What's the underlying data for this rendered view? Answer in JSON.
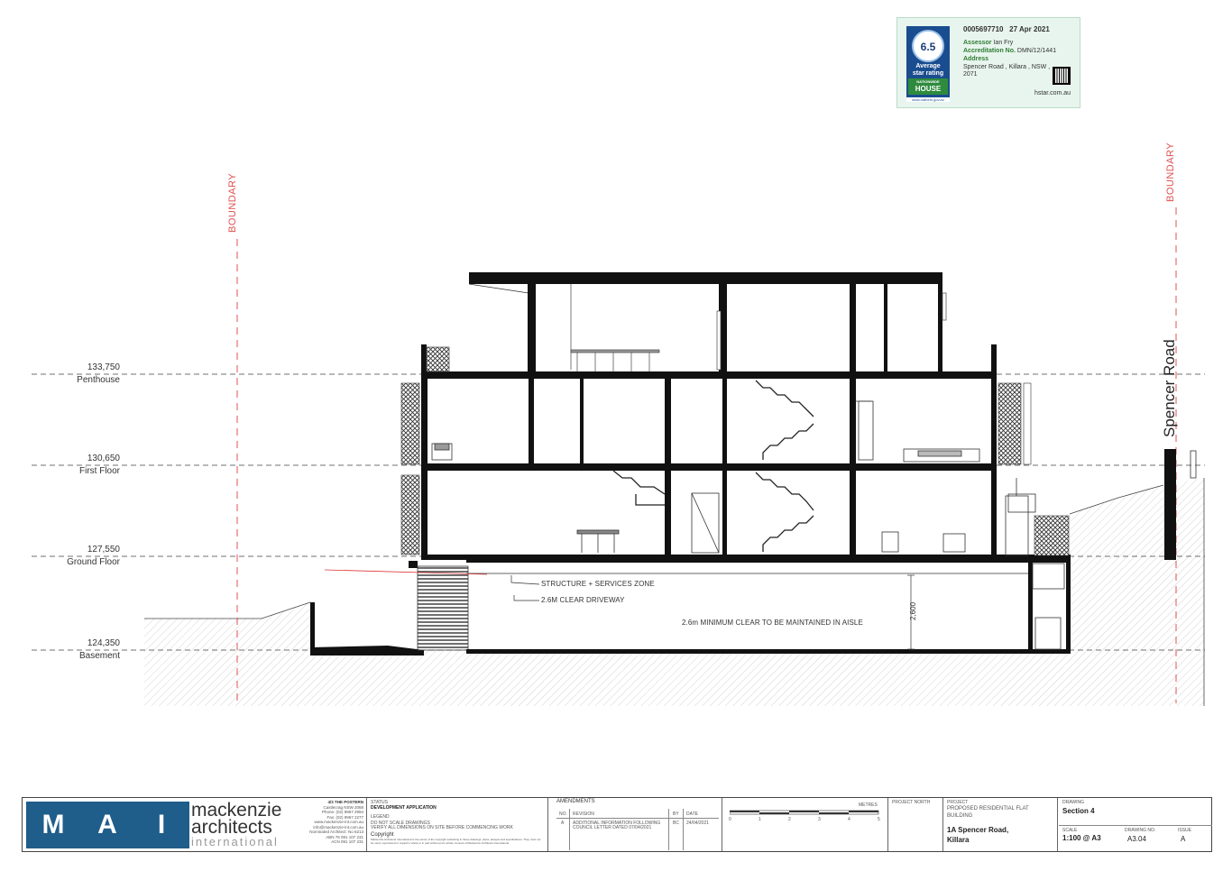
{
  "levels": [
    {
      "rl": "133,750",
      "name": "Penthouse"
    },
    {
      "rl": "130,650",
      "name": "First Floor"
    },
    {
      "rl": "127,550",
      "name": "Ground Floor"
    },
    {
      "rl": "124,350",
      "name": "Basement"
    }
  ],
  "boundary_label": "BOUNDARY",
  "street_label": "Spencer Road",
  "annotations": {
    "structure": "STRUCTURE + SERVICES ZONE",
    "driveway": "2.6M CLEAR DRIVEWAY",
    "aisle": "2.6m MINIMUM CLEAR TO BE MAINTAINED IN AISLE",
    "dim": "2,600"
  },
  "certificate": {
    "number": "0005697710",
    "date": "27 Apr 2021",
    "rating": "6.5",
    "rating_label_1": "Average",
    "rating_label_2": "star rating",
    "scheme_1": "NATIONWIDE",
    "scheme_2": "HOUSE",
    "scheme_site": "www.nathers.gov.au",
    "assessor_label": "Assessor",
    "assessor": "Ian Fry",
    "accreditation_label": "Accreditation No.",
    "accreditation": "DMN/12/1441",
    "address_label": "Address",
    "address_1": "Spencer Road , Killara , NSW ,",
    "address_2": "2071",
    "website": "hstar.com.au"
  },
  "title_block": {
    "logo_letters": [
      "M",
      "A",
      "I"
    ],
    "firm_1": "mackenzie",
    "firm_2": "architects",
    "firm_3": "international",
    "address_lines": [
      "4/3 THE POSTERN",
      "Castlecrag NSW 2068",
      "Phone: (02) 9967 2994",
      "Fax: (02) 9967 2277",
      "www.mackenzie-int.com.au",
      "info@mackenzie-int.com.au",
      "Nominated Architect: No 6213",
      "ABN 76 091 107 231",
      "ACN 091 107 231"
    ],
    "status_label": "STATUS",
    "status": "DEVELOPMENT APPLICATION",
    "legend_label": "LEGEND",
    "legend_text_1": "DO NOT SCALE DRAWINGS",
    "legend_text_2": "VERIFY ALL DIMENSIONS ON SITE BEFORE COMMENCING WORK",
    "copyright_label": "Copyright",
    "copyright_text": "Mackenzie Architects International is the owner of the copyright subsisting in these drawings, plans, designs and specifications. They must not be used, reproduced or copied in whole or in part without prior written consent of Mackenzie Architects International.",
    "amendments_label": "AMENDMENTS",
    "amend_cols": [
      "No.",
      "REVISION",
      "BY",
      "DATE"
    ],
    "amend_row": {
      "no": "A",
      "rev_1": "ADDITIONAL INFORMATION FOLLOWING",
      "rev_2": "COUNCIL LETTER DATED 07/04/2021",
      "by": "BC",
      "date": "24/04/2021"
    },
    "scale_label": "METRES",
    "scale_ticks": [
      "0",
      "1",
      "2",
      "3",
      "4",
      "5"
    ],
    "north_label": "PROJECT NORTH",
    "project_label": "PROJECT",
    "project_1": "PROPOSED RESIDENTIAL FLAT",
    "project_2": "BUILDING",
    "site_1": "1A Spencer Road,",
    "site_2": "Killara",
    "drawing_label": "DRAWING",
    "drawing": "Section 4",
    "scale_lbl": "SCALE",
    "scale_val": "1:100 @ A3",
    "drawing_no_label": "DRAWING No.",
    "drawing_no": "A3.04",
    "issue_label": "ISSUE",
    "issue": "A"
  }
}
